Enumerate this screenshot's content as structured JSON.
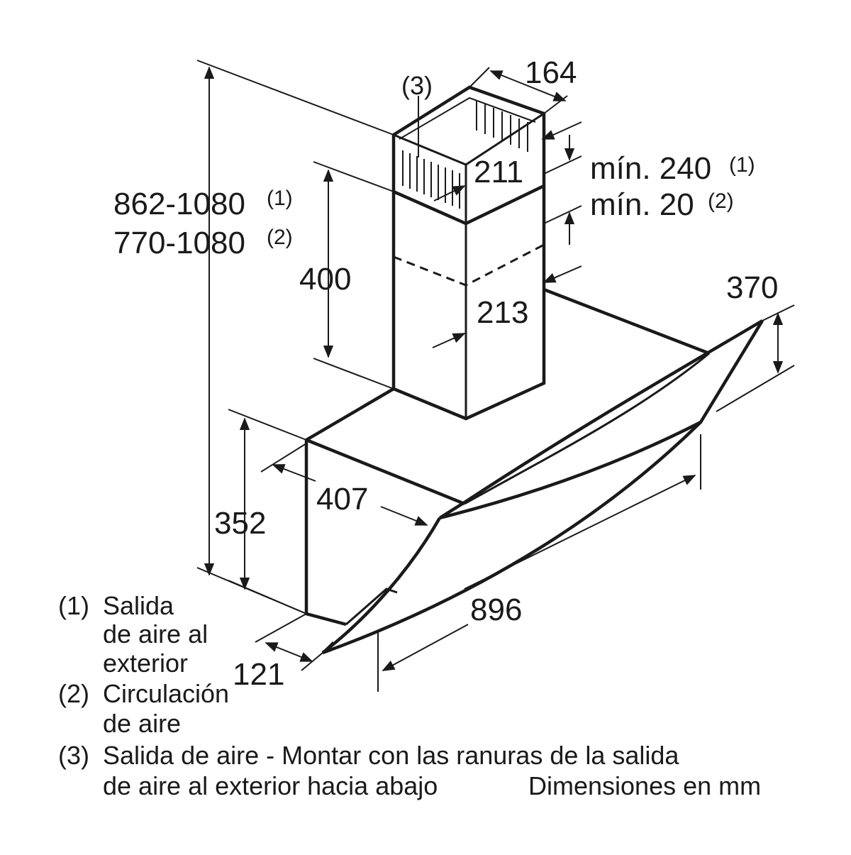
{
  "dimensions": {
    "chimney_width": "164",
    "chimney_depth_top": "211",
    "chimney_depth_bottom": "213",
    "chimney_height": "400",
    "total_height_1": "862-1080",
    "total_height_2": "770-1080",
    "min_240": "mín. 240",
    "min_20": "mín. 20",
    "glass_height": "370",
    "hood_depth": "407",
    "hood_height": "352",
    "width": "896",
    "glass_offset": "121"
  },
  "footnote_marks": {
    "one": "(1)",
    "two": "(2)",
    "three": "(3)"
  },
  "legend": {
    "item1_num": "(1)",
    "item1_line1": "Salida",
    "item1_line2": "de aire al",
    "item1_line3": "exterior",
    "item2_num": "(2)",
    "item2_line1": "Circulación",
    "item2_line2": "de aire",
    "item3_num": "(3)",
    "item3_line1": "Salida de aire - Montar con las ranuras de la salida",
    "item3_line2": "de aire al exterior hacia abajo",
    "units": "Dimensiones en mm"
  }
}
